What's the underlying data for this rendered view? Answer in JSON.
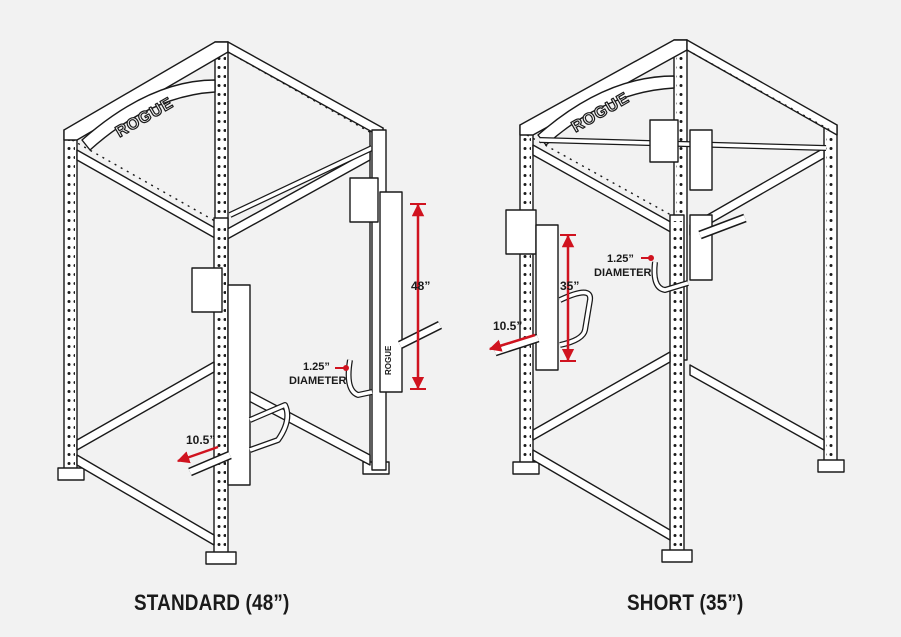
{
  "captions": {
    "standard": "STANDARD (48”)",
    "short": "SHORT (35”)"
  },
  "standard": {
    "brand": "ROGUE",
    "height_label": "48”",
    "diameter_value": "1.25”",
    "diameter_word": "DIAMETER",
    "offset_label": "10.5”"
  },
  "short": {
    "brand": "ROGUE",
    "height_label": "35”",
    "diameter_value": "1.25”",
    "diameter_word": "DIAMETER",
    "offset_label": "10.5”"
  },
  "colors": {
    "dimension_red": "#d0131f",
    "line_dark": "#1a1a1a",
    "background": "#f2f2f2"
  }
}
